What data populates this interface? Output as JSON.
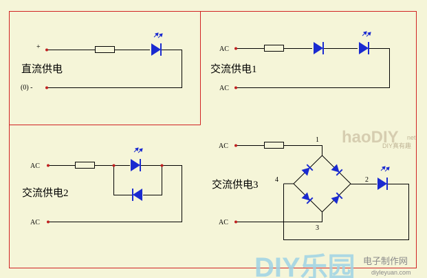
{
  "panels": {
    "dc": {
      "title": "直流供电",
      "plus": "+",
      "minus": "(0) -"
    },
    "ac1": {
      "title": "交流供电1",
      "top_terminal": "AC",
      "bottom_terminal": "AC"
    },
    "ac2": {
      "title": "交流供电2",
      "top_terminal": "AC",
      "bottom_terminal": "AC"
    },
    "ac3": {
      "title": "交流供电3",
      "top_terminal": "AC",
      "bottom_terminal": "AC",
      "pins": {
        "p1": "1",
        "p2": "2",
        "p3": "3",
        "p4": "4"
      }
    }
  },
  "watermarks": {
    "logo": "haoDIY",
    "logo_suffix": "net",
    "logo_sub": "DIY真有趣",
    "brand": "DIY乐园",
    "brand_cn": "电子制作网",
    "brand_url": "diyleyuan.com"
  },
  "colors": {
    "border": "#d02020",
    "wire": "#000000",
    "diode": "#1a2ad0",
    "terminal": "#c02020",
    "background": "#f5f5d8"
  }
}
